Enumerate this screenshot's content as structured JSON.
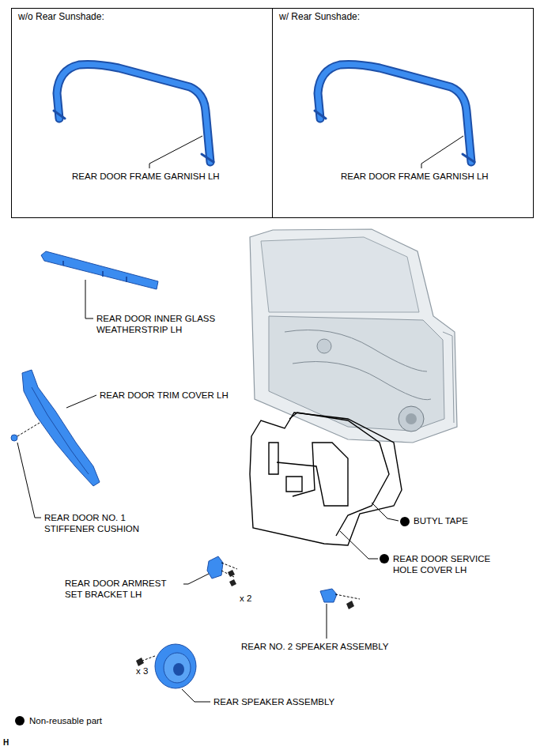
{
  "diagram": {
    "nodes": [
      {
        "text": [
          "w/o Rear Sunshade:",
          "REAR DOOR FRAME GARNISH LH"
        ]
      },
      {
        "text": [
          "w/ Rear Sunshade:",
          "REAR DOOR FRAME GARNISH LH"
        ]
      }
    ],
    "labels": [
      "REAR DOOR INNER GLASS WEATHERSTRIP LH",
      "REAR DOOR TRIM COVER LH",
      "REAR DOOR NO. 1 STIFFENER CUSHION",
      "BUTYL TAPE",
      "REAR DOOR SERVICE HOLE COVER LH",
      "REAR DOOR ARMREST SET BRACKET LH",
      "x 2",
      "REAR NO. 2 SPEAKER ASSEMBLY",
      "x 3",
      "REAR SPEAKER ASSEMBLY",
      "H"
    ],
    "legend": [
      {
        "text": "Non-reusable part"
      }
    ]
  }
}
